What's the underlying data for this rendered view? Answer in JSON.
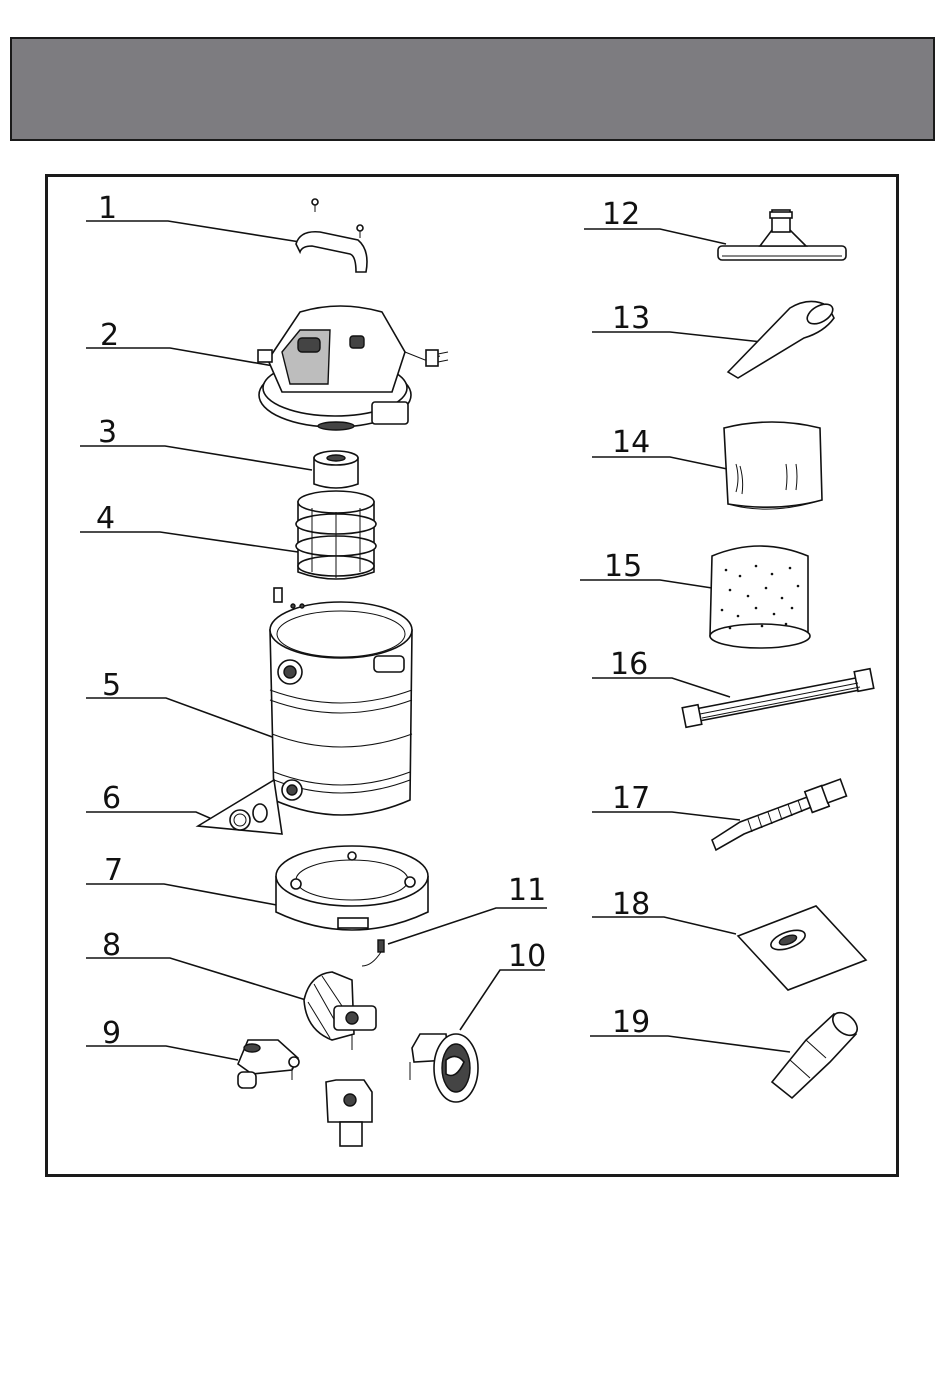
{
  "colors": {
    "header_bar": "#7d7c80",
    "line": "#1a1a1a"
  },
  "callouts": [
    {
      "label": "1",
      "part_icon": "handle-icon"
    },
    {
      "label": "2",
      "part_icon": "motor-head-icon"
    },
    {
      "label": "3",
      "part_icon": "foam-float-icon"
    },
    {
      "label": "4",
      "part_icon": "filter-cage-icon"
    },
    {
      "label": "5",
      "part_icon": "tank-icon"
    },
    {
      "label": "6",
      "part_icon": "inlet-nut-icon"
    },
    {
      "label": "7",
      "part_icon": "base-ring-icon"
    },
    {
      "label": "8",
      "part_icon": "caster-icon"
    },
    {
      "label": "9",
      "part_icon": "caster-icon"
    },
    {
      "label": "10",
      "part_icon": "wheel-icon"
    },
    {
      "label": "11",
      "part_icon": "screw-icon"
    },
    {
      "label": "12",
      "part_icon": "floor-nozzle-icon"
    },
    {
      "label": "13",
      "part_icon": "crevice-tool-icon"
    },
    {
      "label": "14",
      "part_icon": "cloth-filter-icon"
    },
    {
      "label": "15",
      "part_icon": "foam-filter-icon"
    },
    {
      "label": "16",
      "part_icon": "extension-tube-icon"
    },
    {
      "label": "17",
      "part_icon": "hose-icon"
    },
    {
      "label": "18",
      "part_icon": "dust-bag-icon"
    },
    {
      "label": "19",
      "part_icon": "adapter-icon"
    }
  ]
}
